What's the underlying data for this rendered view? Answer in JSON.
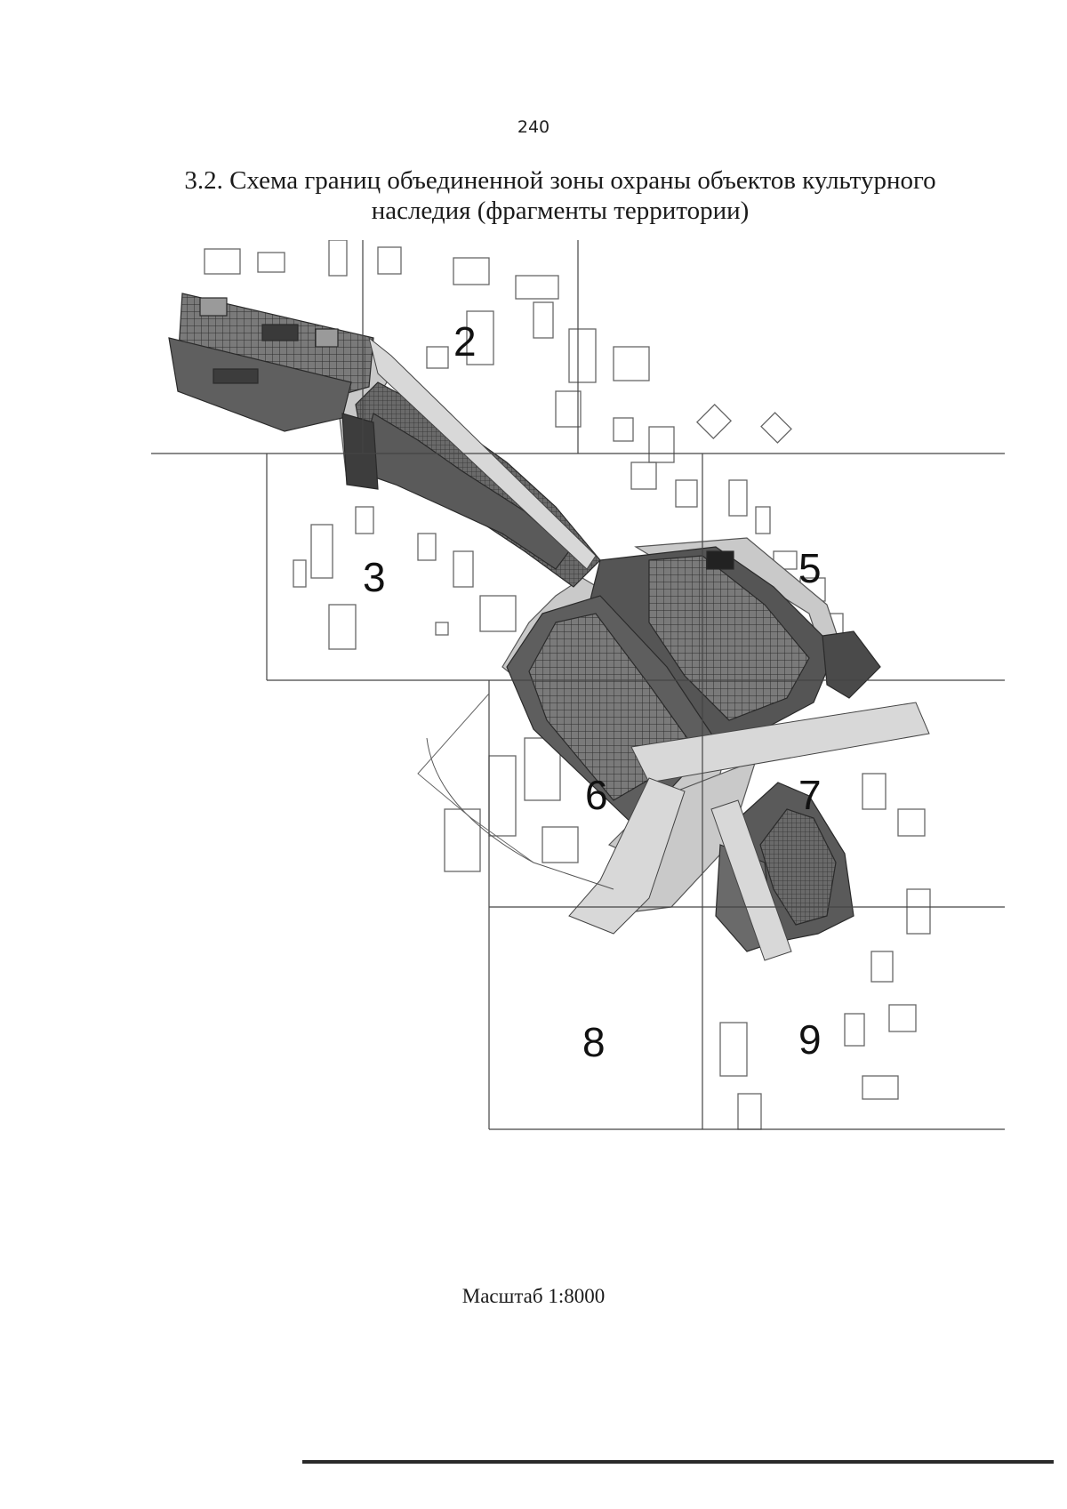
{
  "page": {
    "number": "240",
    "title_line1": "3.2. Схема границ объединенной зоны охраны объектов культурного",
    "title_line2": "наследия (фрагменты территории)",
    "scale": "Масштаб 1:8000"
  },
  "map": {
    "sheet_labels": [
      "2",
      "3",
      "5",
      "6",
      "7",
      "8",
      "9"
    ],
    "colors": {
      "protected_zone_dark": "#5c5c5c",
      "protected_zone_mid": "#8a8a8a",
      "regulation_zone_light": "#c9c9c9",
      "sheet_grid": "#444444",
      "building_outline": "#555555"
    }
  }
}
